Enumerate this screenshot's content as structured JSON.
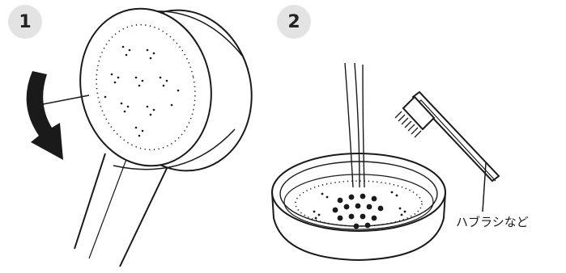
{
  "steps": [
    {
      "number": "1"
    },
    {
      "number": "2"
    }
  ],
  "callout": {
    "label": "ハブラシなど"
  },
  "colors": {
    "badge": "#e3e3e3",
    "ink": "#1a1a1a",
    "arrow": "#1a1a1a",
    "background": "#ffffff"
  },
  "icons": {
    "step1": "shower-head-illustration",
    "step1_arrow": "curved-arrow-icon",
    "step2": "shower-filter-cap-illustration",
    "step2_tool": "toothbrush-illustration"
  }
}
